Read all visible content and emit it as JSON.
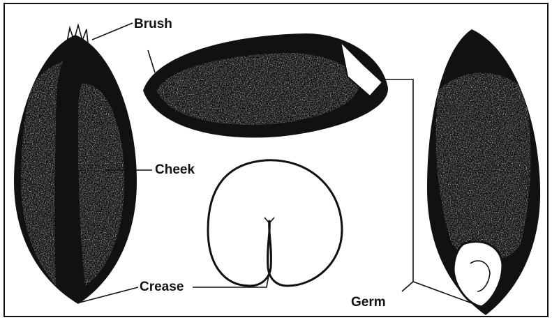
{
  "figure": {
    "labels": {
      "brush": "Brush",
      "cheek": "Cheek",
      "crease": "Crease",
      "germ": "Germ"
    },
    "colors": {
      "ink": "#111111",
      "paper": "#ffffff"
    }
  }
}
